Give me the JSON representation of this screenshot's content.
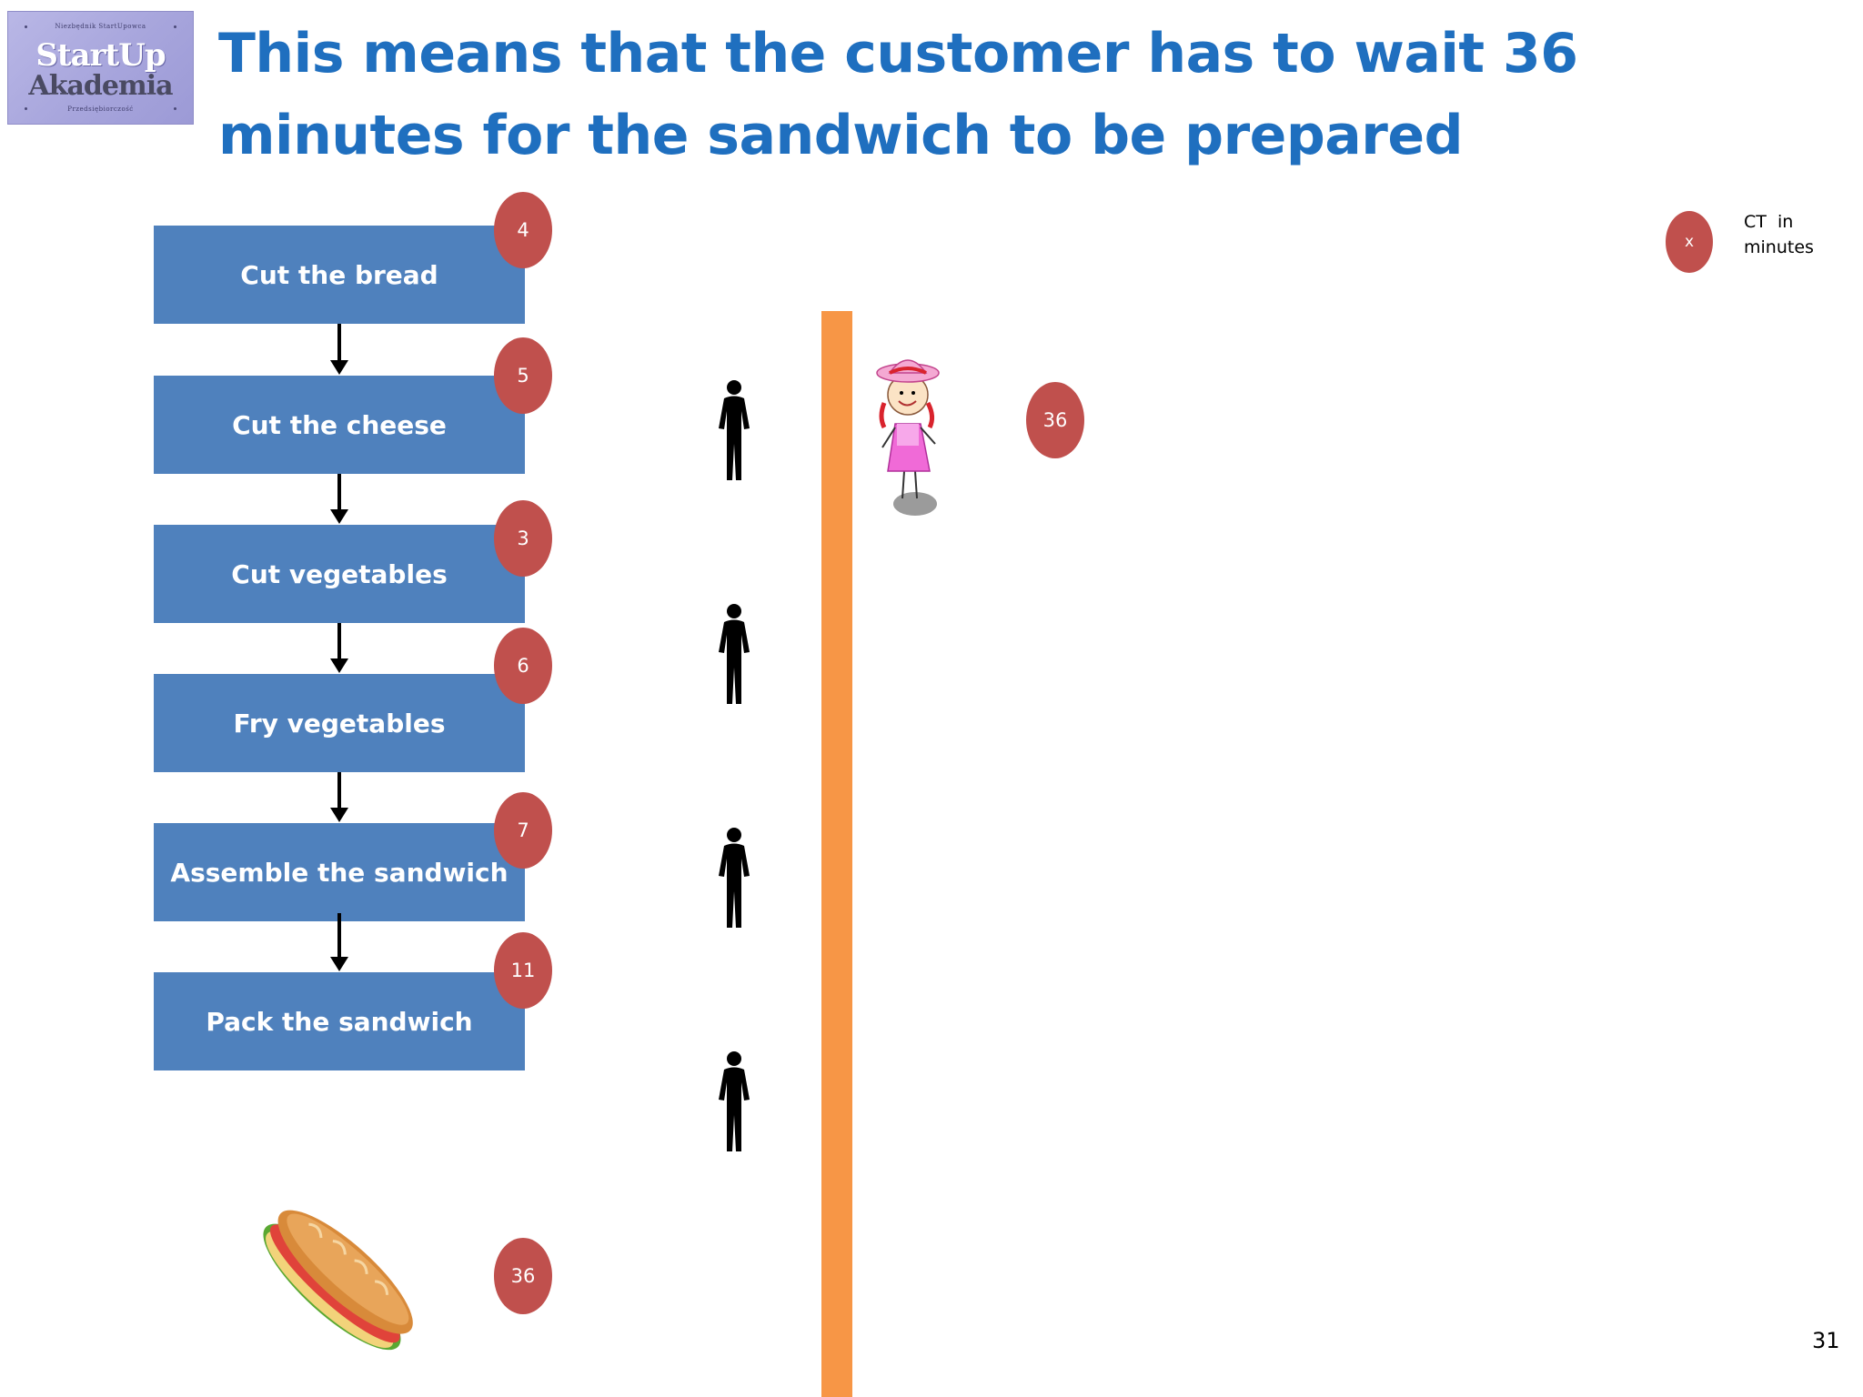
{
  "logo": {
    "top_text": "Niezbędnik StartUpowca",
    "line1": "StartUp",
    "line2": "Akademia",
    "bottom_text": "Przedsiębiorczość"
  },
  "title": "This means that the customer has to wait 36 minutes for the sandwich to be prepared",
  "legend": {
    "badge": "x",
    "label_line1": "CT  in",
    "label_line2": "minutes"
  },
  "steps": [
    {
      "label": "Cut the bread",
      "ct": "4"
    },
    {
      "label": "Cut the cheese",
      "ct": "5"
    },
    {
      "label": "Cut vegetables",
      "ct": "3"
    },
    {
      "label": "Fry vegetables",
      "ct": "6"
    },
    {
      "label": "Assemble the sandwich",
      "ct": "7"
    },
    {
      "label": "Pack the sandwich",
      "ct": "11"
    }
  ],
  "total_ct": "36",
  "customer_wait": "36",
  "colors": {
    "step_fill": "#4f81bd",
    "badge_fill": "#c0504d",
    "title": "#1f6fbf",
    "divider": "#f79646"
  },
  "page_number": "31"
}
